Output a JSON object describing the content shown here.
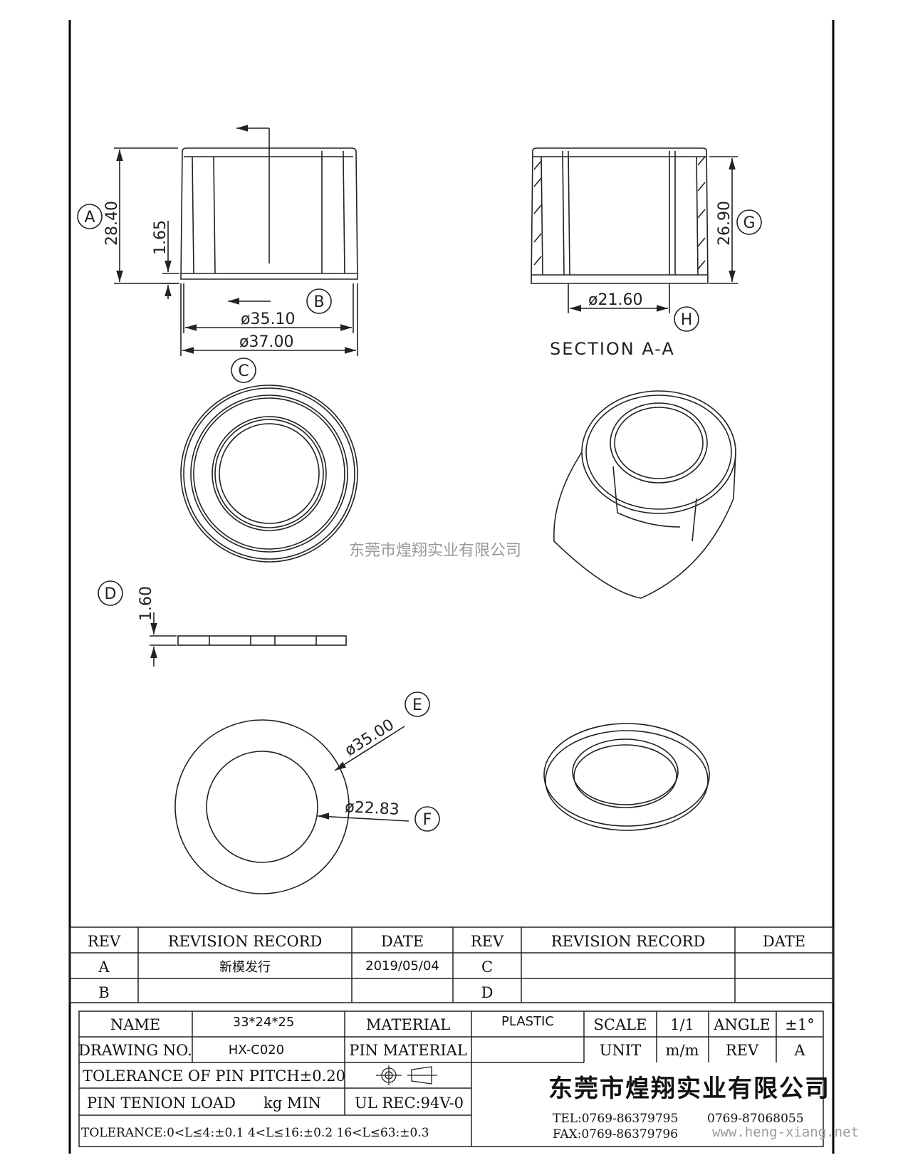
{
  "dimensions": {
    "height_a": "28.40",
    "lip_height": "1.65",
    "dia_b": "ø35.10",
    "dia_c": "ø37.00",
    "height_g": "26.90",
    "dia_h": "ø21.60",
    "washer_thk": "1.60",
    "dia_e": "ø35.00",
    "dia_f": "ø22.83"
  },
  "callouts": [
    "A",
    "B",
    "C",
    "D",
    "E",
    "F",
    "G",
    "H"
  ],
  "section_label": "SECTION A-A",
  "watermark": "东莞市煌翔实业有限公司",
  "revision_table": {
    "headers": [
      "REV",
      "REVISION RECORD",
      "DATE",
      "REV",
      "REVISION RECORD",
      "DATE"
    ],
    "rows": [
      [
        "A",
        "新模发行",
        "2019/05/04",
        "C",
        "",
        ""
      ],
      [
        "B",
        "",
        "",
        "D",
        "",
        ""
      ]
    ]
  },
  "title_block": {
    "name_label": "NAME",
    "name_value": "33*24*25",
    "drawing_no_label": "DRAWING NO.",
    "drawing_no_value": "HX-C020",
    "material_label": "MATERIAL",
    "material_value": "PLASTIC",
    "pin_material_label": "PIN MATERIAL",
    "scale_label": "SCALE",
    "scale_value": "1/1",
    "angle_label": "ANGLE",
    "angle_value": "±1°",
    "unit_label": "UNIT",
    "unit_value": "m/m",
    "rev_label": "REV",
    "rev_value": "A",
    "tol_pin_pitch": "TOLERANCE OF PIN PITCH±0.20",
    "pin_tension": "PIN TENION LOAD",
    "pin_tension_unit": "kg MIN",
    "ul_rec": "UL REC:94V-0",
    "tolerance": "TOLERANCE:0<L≤4:±0.1  4<L≤16:±0.2  16<L≤63:±0.3",
    "company": "东莞市煌翔实业有限公司",
    "tel": "TEL:0769-86379795",
    "tel2": "0769-87068055",
    "fax": "FAX:0769-86379796",
    "website": "www.heng-xiang.net"
  }
}
